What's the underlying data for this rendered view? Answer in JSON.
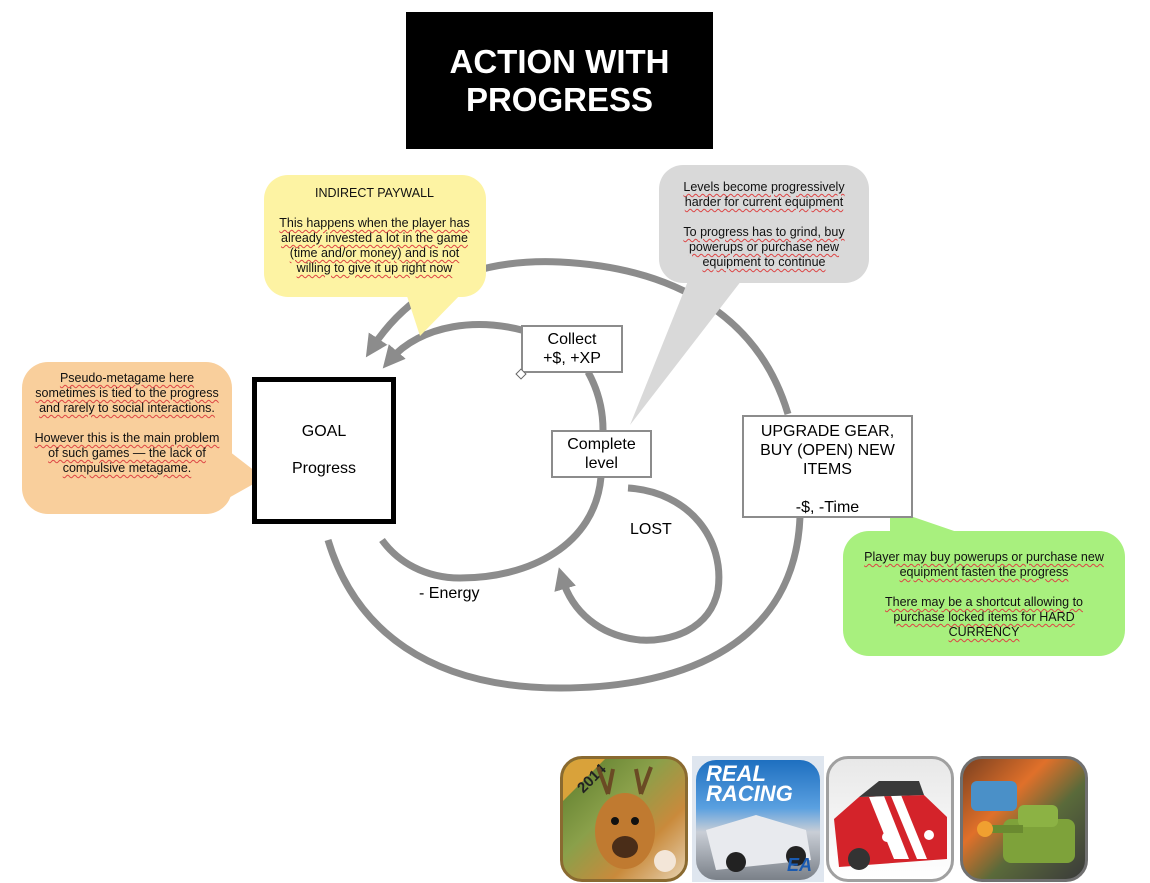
{
  "title": {
    "line1": "ACTION WITH",
    "line2": "PROGRESS"
  },
  "callouts": {
    "indirect_paywall": {
      "color": "#fdf3a3",
      "heading": "INDIRECT PAYWALL",
      "body": "This happens when the player has already invested a lot in the game (time and/or money) and is not willing to give it up right now"
    },
    "difficulty": {
      "color": "#d9d9d9",
      "para1": "Levels become progressively harder for current equipment",
      "para2": "To progress has to grind, buy powerups or purchase new equipment to continue"
    },
    "metagame": {
      "color": "#f9cf9c",
      "para1": "Pseudo-metagame here sometimes is tied to the progress and rarely to social interactions.",
      "para2": "However this is the main problem of such games — the lack of compulsive metagame."
    },
    "shortcut": {
      "color": "#a8f07e",
      "para1": "Player may buy powerups or purchase new equipment fasten the progress",
      "para2": "There may be a shortcut allowing to purchase locked items for HARD CURRENCY"
    }
  },
  "nodes": {
    "goal": {
      "line1": "GOAL",
      "line2": "Progress"
    },
    "collect": {
      "line1": "Collect",
      "line2": "+$, +XP"
    },
    "complete": {
      "line1": "Complete",
      "line2": "level"
    },
    "upgrade": {
      "line1": "UPGRADE GEAR,",
      "line2": "BUY (OPEN) NEW",
      "line3": "ITEMS",
      "line4": "-$, -Time"
    }
  },
  "edge_labels": {
    "lost": "LOST",
    "energy": "- Energy"
  },
  "colors": {
    "arrow": "#8c8c8c",
    "title_bg": "#000000",
    "title_fg": "#ffffff"
  },
  "game_icons": [
    {
      "name": "Deer Hunter 2014",
      "badge": "2014"
    },
    {
      "name": "Real Racing",
      "line1": "REAL",
      "line2": "RACING",
      "publisher": "EA"
    },
    {
      "name": "Red muscle car racing"
    },
    {
      "name": "Tank battle"
    }
  ]
}
